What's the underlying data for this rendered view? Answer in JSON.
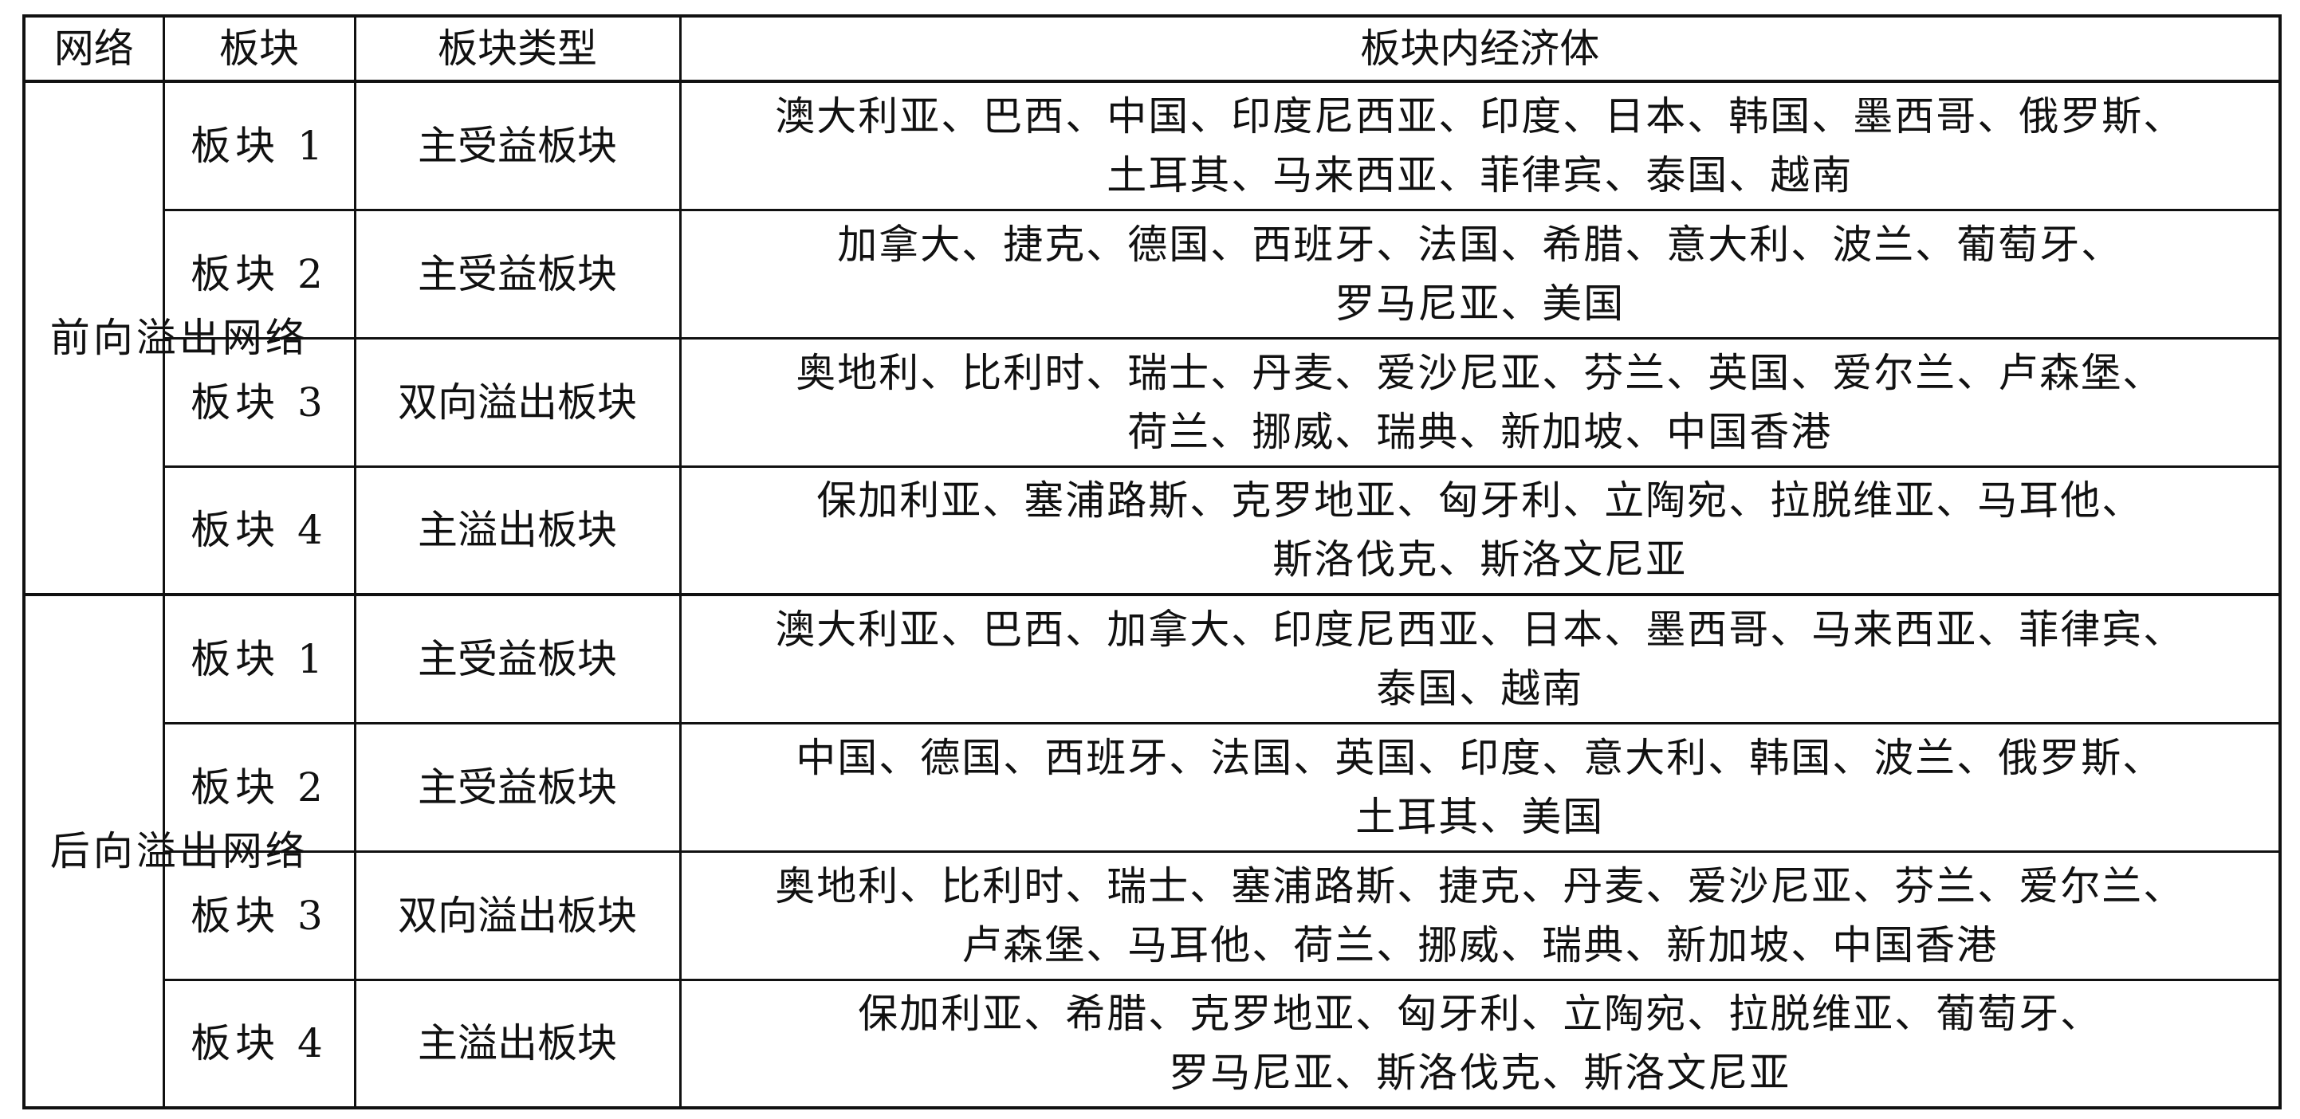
{
  "table": {
    "headers": [
      "网络",
      "板块",
      "板块类型",
      "板块内经济体"
    ],
    "groups": [
      {
        "network": "前向溢出网络",
        "rows": [
          {
            "block": "板块 1",
            "type": "主受益板块",
            "economies_line1": "澳大利亚、巴西、中国、印度尼西亚、印度、日本、韩国、墨西哥、俄罗斯、",
            "economies_line2": "土耳其、马来西亚、菲律宾、泰国、越南"
          },
          {
            "block": "板块 2",
            "type": "主受益板块",
            "economies_line1": "加拿大、捷克、德国、西班牙、法国、希腊、意大利、波兰、葡萄牙、",
            "economies_line2": "罗马尼亚、美国"
          },
          {
            "block": "板块 3",
            "type": "双向溢出板块",
            "economies_line1": "奥地利、比利时、瑞士、丹麦、爱沙尼亚、芬兰、英国、爱尔兰、卢森堡、",
            "economies_line2": "荷兰、挪威、瑞典、新加坡、中国香港"
          },
          {
            "block": "板块 4",
            "type": "主溢出板块",
            "economies_line1": "保加利亚、塞浦路斯、克罗地亚、匈牙利、立陶宛、拉脱维亚、马耳他、",
            "economies_line2": "斯洛伐克、斯洛文尼亚"
          }
        ]
      },
      {
        "network": "后向溢出网络",
        "rows": [
          {
            "block": "板块 1",
            "type": "主受益板块",
            "economies_line1": "澳大利亚、巴西、加拿大、印度尼西亚、日本、墨西哥、马来西亚、菲律宾、",
            "economies_line2": "泰国、越南"
          },
          {
            "block": "板块 2",
            "type": "主受益板块",
            "economies_line1": "中国、德国、西班牙、法国、英国、印度、意大利、韩国、波兰、俄罗斯、",
            "economies_line2": "土耳其、美国"
          },
          {
            "block": "板块 3",
            "type": "双向溢出板块",
            "economies_line1": "奥地利、比利时、瑞士、塞浦路斯、捷克、丹麦、爱沙尼亚、芬兰、爱尔兰、",
            "economies_line2": "卢森堡、马耳他、荷兰、挪威、瑞典、新加坡、中国香港"
          },
          {
            "block": "板块 4",
            "type": "主溢出板块",
            "economies_line1": "保加利亚、希腊、克罗地亚、匈牙利、立陶宛、拉脱维亚、葡萄牙、",
            "economies_line2": "罗马尼亚、斯洛伐克、斯洛文尼亚"
          }
        ]
      }
    ]
  }
}
